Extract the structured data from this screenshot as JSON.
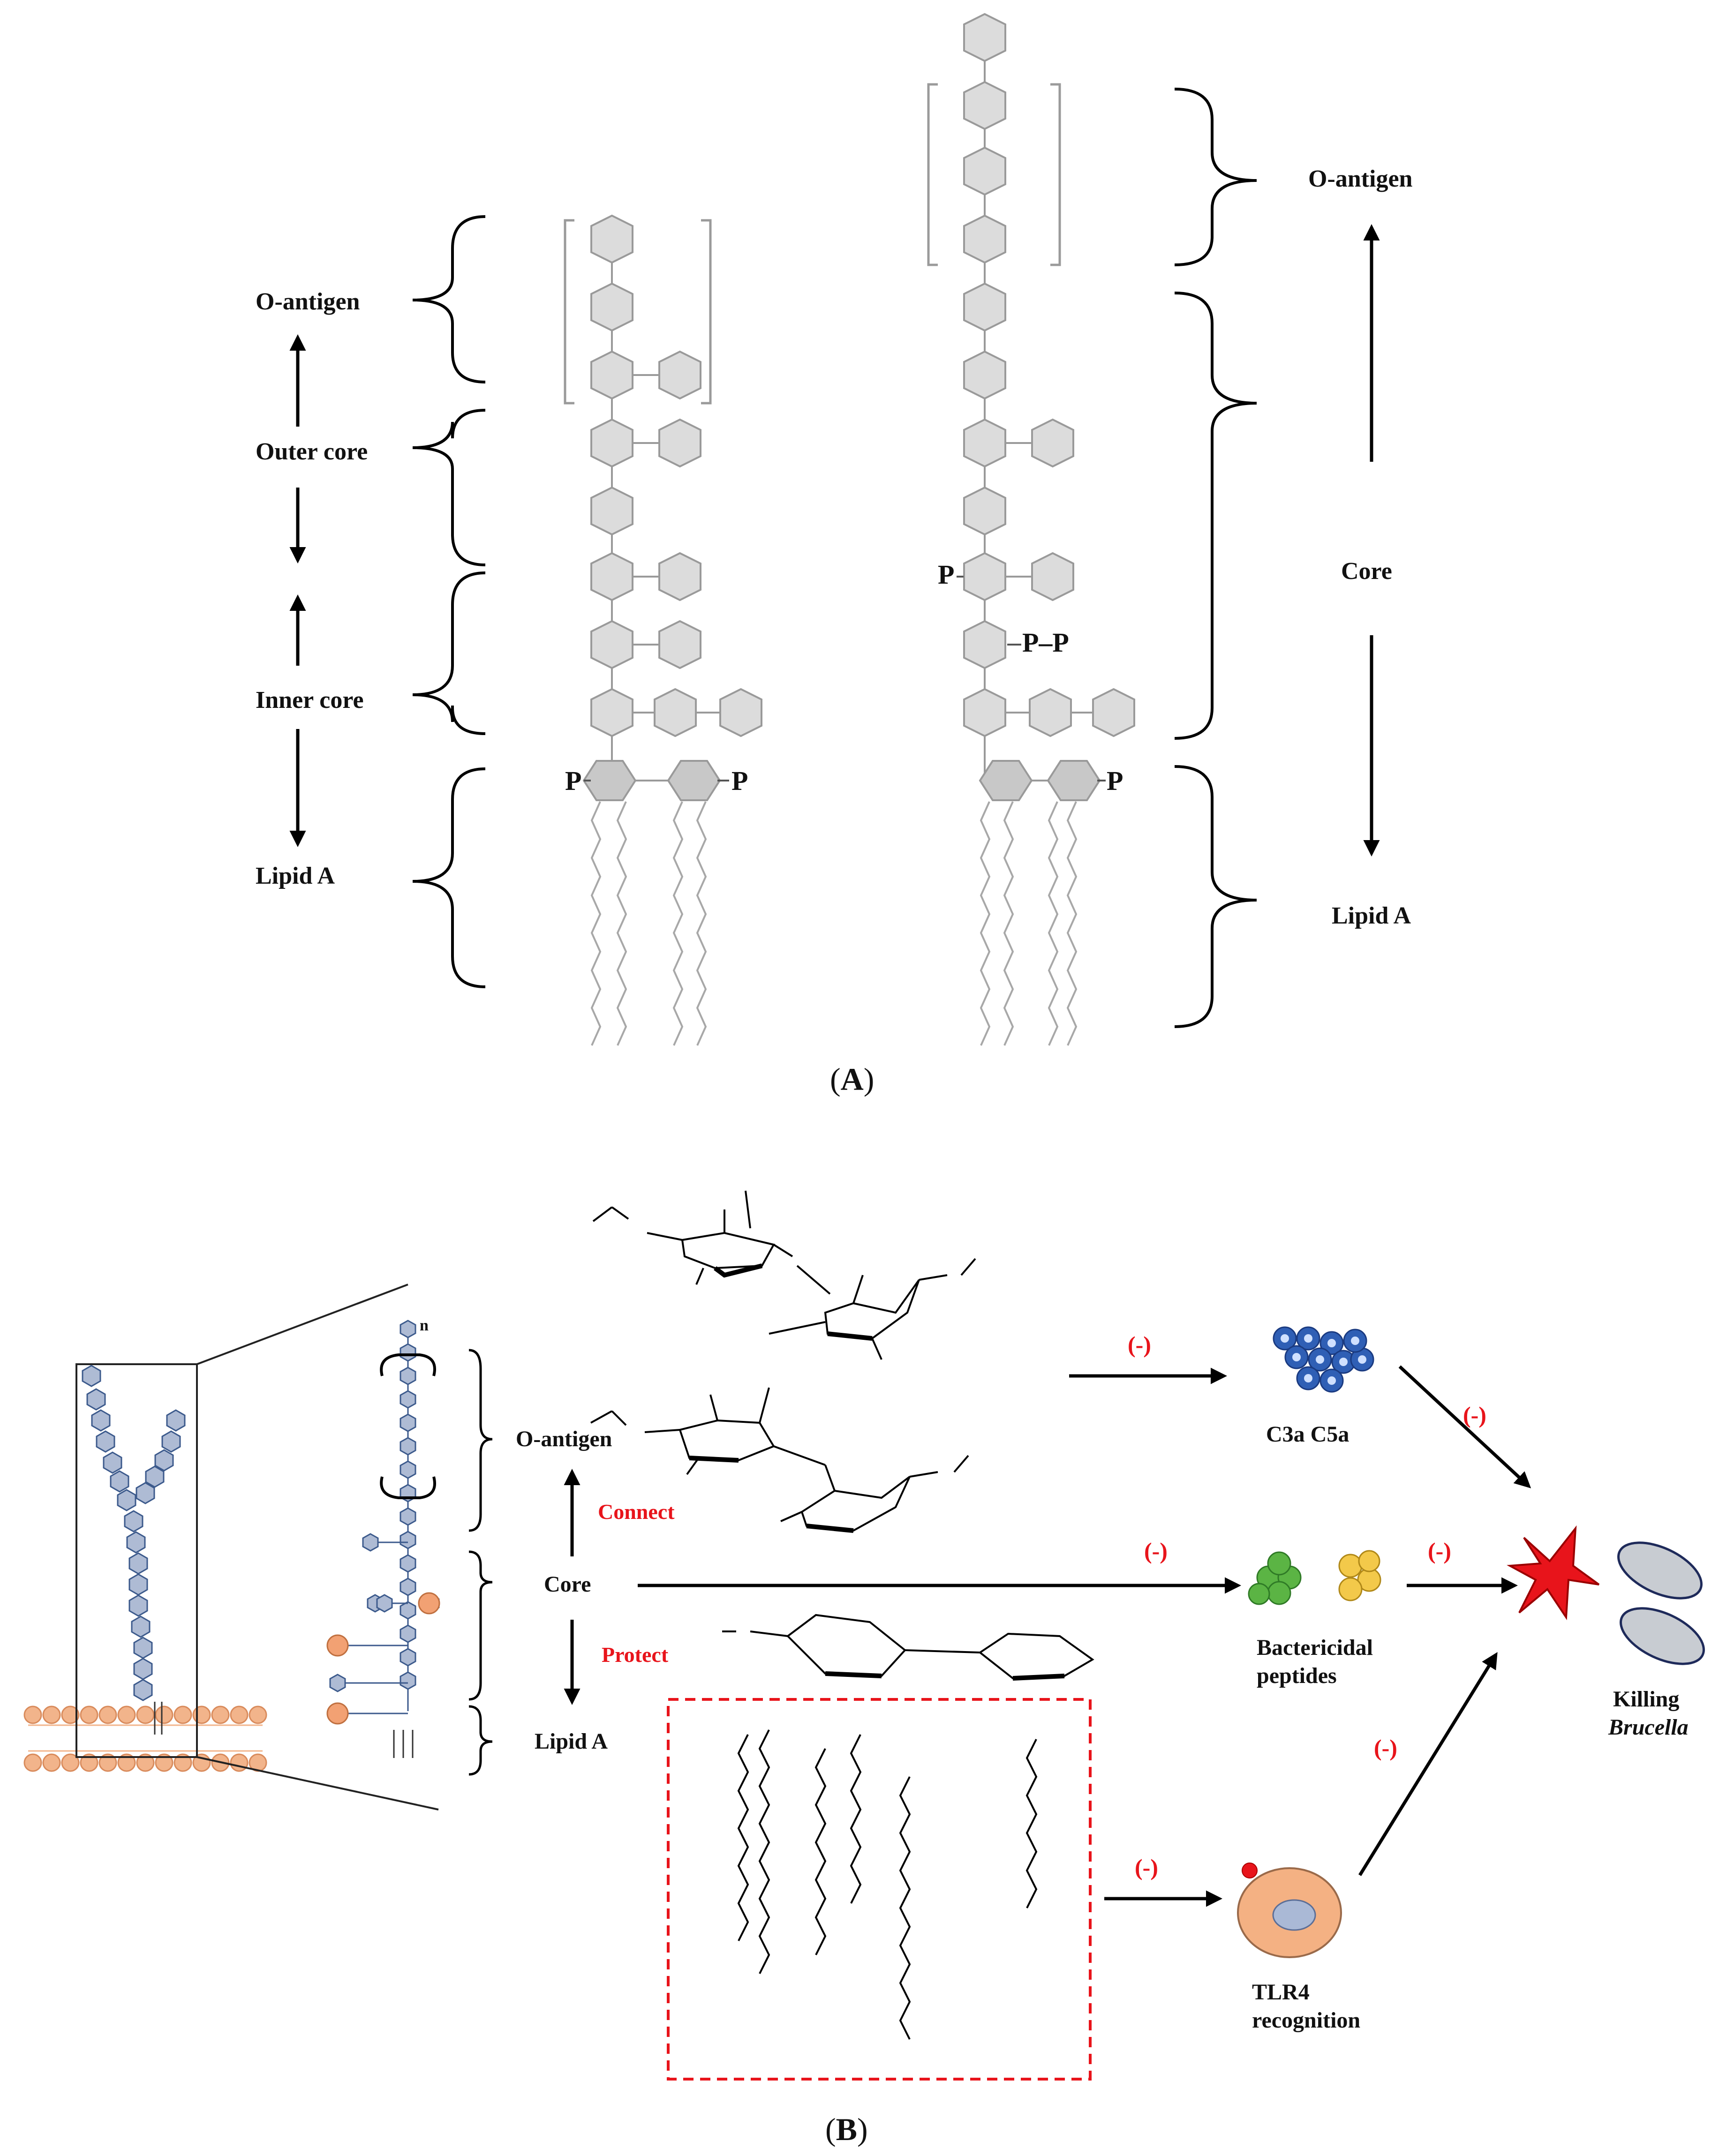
{
  "panel_a": {
    "caption_letter": "A",
    "left_structure": {
      "labels": {
        "o_antigen": "O-antigen",
        "outer_core": "Outer core",
        "inner_core": "Inner core",
        "lipid_a": "Lipid A"
      },
      "phosphate": "P"
    },
    "right_structure": {
      "labels": {
        "o_antigen": "O-antigen",
        "core": "Core",
        "lipid_a": "Lipid A"
      },
      "phosphate": "P",
      "pyrophosphate": "P–P"
    }
  },
  "panel_b": {
    "caption_letter": "B",
    "inset_label": "n",
    "labels": {
      "o_antigen": "O-antigen",
      "core": "Core",
      "lipid_a": "Lipid A",
      "connect": "Connect",
      "protect": "Protect"
    },
    "effects": {
      "inhibit_symbol": "(-)",
      "complement": "C3a C5a",
      "bactericidal_line1": "Bactericidal",
      "bactericidal_line2": "peptides",
      "tlr4_line1": "TLR4",
      "tlr4_line2": "recognition",
      "killing": "Killing",
      "brucella": "Brucella"
    },
    "colors": {
      "accent_red": "#e8141b",
      "complement_blue": "#2f5fb5",
      "peptide_green": "#5bb444",
      "peptide_yellow": "#f3c94a",
      "membrane_orange": "#f2b48b",
      "sugar_grey": "#dcdcdc",
      "cell_orange": "#f4b183",
      "nucleus_blue": "#aab9d6"
    }
  }
}
